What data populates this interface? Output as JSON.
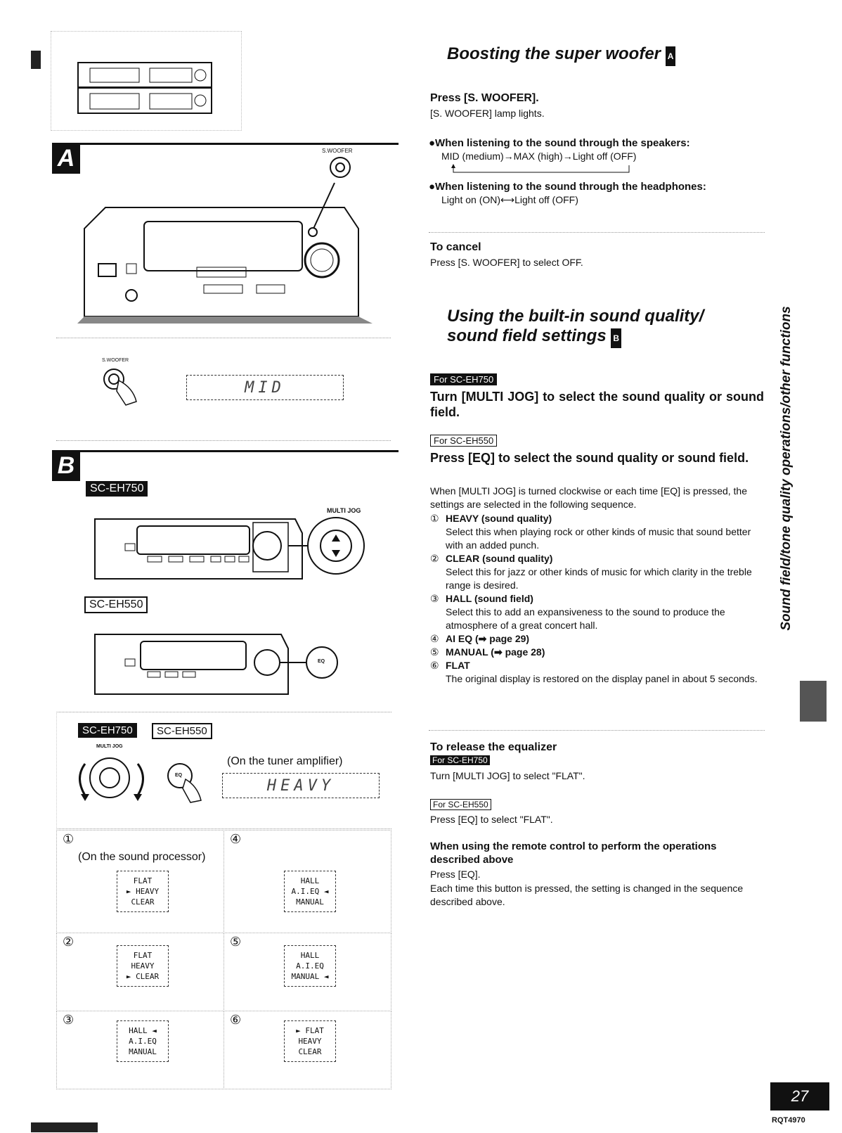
{
  "left": {
    "section_a_letter": "A",
    "section_b_letter": "B",
    "swoofer_label_top": "S.WOOFER",
    "swoofer_label_small": "S.WOOFER",
    "display_mid": "MID",
    "model_750": "SC-EH750",
    "model_550": "SC-EH550",
    "multijog_label": "MULTI JOG",
    "eq_label": "EQ",
    "remote_model_750": "SC-EH750",
    "remote_model_550": "SC-EH550",
    "remote_multijog": "MULTI JOG",
    "remote_eq": "EQ",
    "tuner_amp_note": "(On the tuner amplifier)",
    "display_heavy": "HEAVY",
    "sound_processor_note": "(On the sound processor)",
    "grid": [
      {
        "num": "①",
        "lines": [
          "FLAT",
          "HEAVY",
          "CLEAR"
        ],
        "arrow": "► ",
        "arrow_line": 1,
        "side": "left"
      },
      {
        "num": "④",
        "lines": [
          "HALL",
          "A.I.EQ",
          "MANUAL"
        ],
        "arrow": " ◄",
        "arrow_line": 1,
        "side": "right"
      },
      {
        "num": "②",
        "lines": [
          "FLAT",
          "HEAVY",
          "CLEAR"
        ],
        "arrow": "► ",
        "arrow_line": 2,
        "side": "left"
      },
      {
        "num": "⑤",
        "lines": [
          "HALL",
          "A.I.EQ",
          "MANUAL"
        ],
        "arrow": " ◄",
        "arrow_line": 2,
        "side": "right"
      },
      {
        "num": "③",
        "lines": [
          "HALL",
          "A.I.EQ",
          "MANUAL"
        ],
        "arrow": " ◄",
        "arrow_line": 0,
        "side": "right"
      },
      {
        "num": "⑥",
        "lines": [
          "FLAT",
          "HEAVY",
          "CLEAR"
        ],
        "arrow": "► ",
        "arrow_line": 0,
        "side": "left"
      }
    ]
  },
  "right": {
    "boost_title": "Boosting the super woofer",
    "boost_badge": "A",
    "press_swoofer": "Press [S. WOOFER].",
    "lamp_lights": "[S. WOOFER] lamp lights.",
    "speakers_head": "●When listening to the sound through the speakers:",
    "speakers_seq": "MID (medium)→MAX (high)→Light off (OFF)",
    "headphones_head": "●When listening to the sound through the headphones:",
    "headphones_seq": "Light on (ON)⟷Light off (OFF)",
    "cancel_head": "To cancel",
    "cancel_text": "Press [S. WOOFER] to select OFF.",
    "using_title_1": "Using the built-in sound quality/",
    "using_title_2": "sound field settings",
    "using_badge": "B",
    "for_750": "For SC-EH750",
    "turn_multijog": "Turn [MULTI JOG] to select the sound quality or sound field.",
    "for_550": "For SC-EH550",
    "press_eq": "Press [EQ] to select the sound quality or sound field.",
    "when_text": "When [MULTI JOG] is turned clockwise or each time [EQ] is pressed, the settings are selected in the following sequence.",
    "items": [
      {
        "num": "①",
        "title": "HEAVY (sound quality)",
        "desc": "Select this when playing rock or other kinds of music that sound better with an added punch."
      },
      {
        "num": "②",
        "title": "CLEAR (sound quality)",
        "desc": "Select this for jazz or other kinds of music for which clarity in the treble range is desired."
      },
      {
        "num": "③",
        "title": "HALL (sound field)",
        "desc": "Select this to add an expansiveness to the sound to produce the atmosphere of a great concert hall."
      },
      {
        "num": "④",
        "title": "AI EQ (➡ page 29)",
        "desc": ""
      },
      {
        "num": "⑤",
        "title": "MANUAL (➡ page 28)",
        "desc": ""
      },
      {
        "num": "⑥",
        "title": "FLAT",
        "desc": "The original display is restored on the display panel in about 5 seconds."
      }
    ],
    "release_head": "To release the equalizer",
    "release_for_750": "For SC-EH750",
    "release_750_text": "Turn [MULTI JOG] to select \"FLAT\".",
    "release_for_550": "For SC-EH550",
    "release_550_text": "Press [EQ] to select \"FLAT\".",
    "remote_head": "When using the remote control to perform the operations described above",
    "remote_press": "Press [EQ].",
    "remote_each": "Each time this button is pressed, the setting is changed in the sequence described above."
  },
  "sidebar_text": "Sound field/tone quality operations/other functions",
  "page_number": "27",
  "doc_code": "RQT4970"
}
